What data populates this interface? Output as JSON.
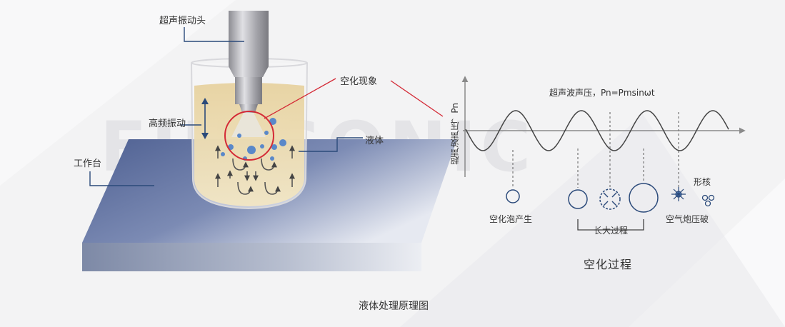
{
  "labels": {
    "transducer_head": "超声振动头",
    "cavitation": "空化现象",
    "high_freq_vibration": "高频振动",
    "liquid": "液体",
    "workbench": "工作台",
    "chart_title": "超声波声压，Pn=Pmsinωt",
    "y_axis": "超声波声压，Pn",
    "nucleus": "形核",
    "bubble_birth": "空化泡产生",
    "growth": "长大过程",
    "collapse": "空气炮压破",
    "process_title": "空化过程",
    "caption": "液体处理原理图"
  },
  "watermark": "FUNSONIC",
  "colors": {
    "plate_top": "#5c6f9d",
    "plate_side": "#9aa3b8",
    "liquid": "#ecdcae",
    "probe": "#b8b8bc",
    "callout_red": "#d42a36",
    "bubble_blue": "#5a88c9",
    "leader_blue": "#2b4a7a"
  }
}
